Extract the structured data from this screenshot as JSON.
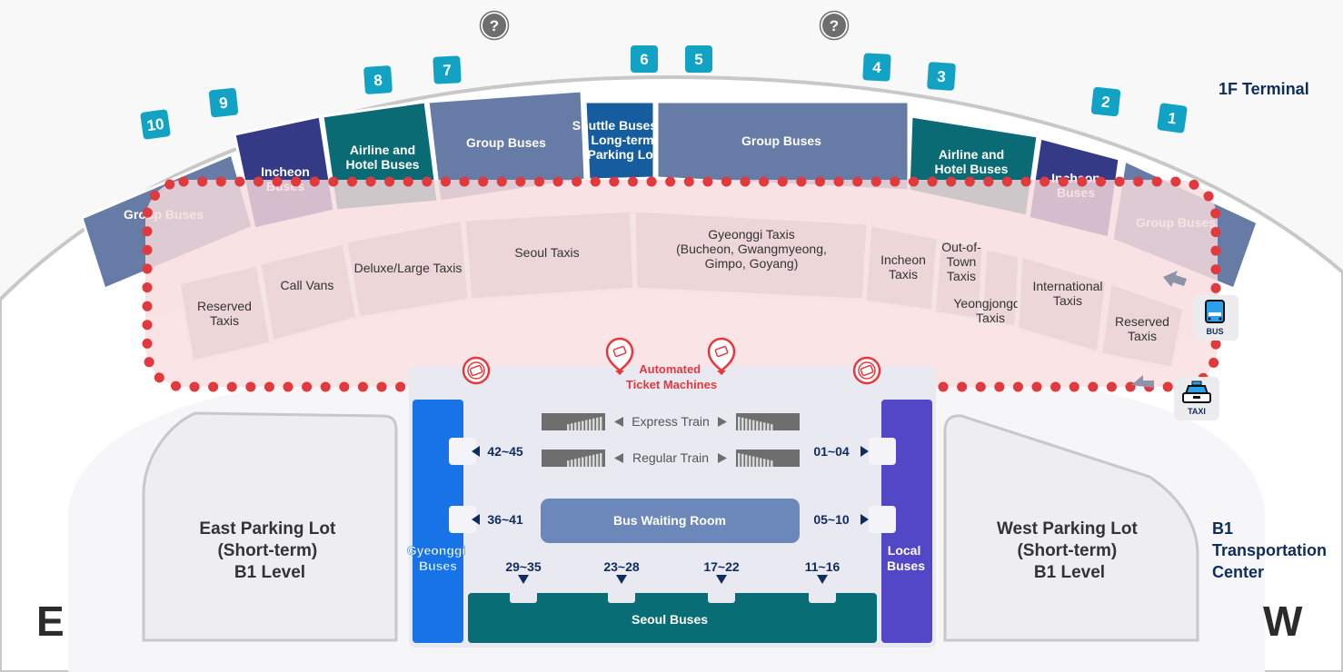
{
  "titles": {
    "terminal": "1F Terminal",
    "transport_center": [
      "B1",
      "Transportation",
      "Center"
    ]
  },
  "compass": {
    "east": "E",
    "west": "W"
  },
  "help_icons": [
    "question-icon",
    "question-icon"
  ],
  "gates": [
    "10",
    "9",
    "8",
    "7",
    "6",
    "5",
    "4",
    "3",
    "2",
    "1"
  ],
  "bus_zones": [
    {
      "label": [
        "Group Buses"
      ],
      "color": "#667ba5"
    },
    {
      "label": [
        "Incheon",
        "Buses"
      ],
      "color": "#353a86"
    },
    {
      "label": [
        "Airline and",
        "Hotel Buses"
      ],
      "color": "#0b6b74"
    },
    {
      "label": [
        "Group Buses"
      ],
      "color": "#667ba5"
    },
    {
      "label": [
        "Shuttle Buses to",
        "Long-term",
        "Parking Lot"
      ],
      "color": "#155d9e"
    },
    {
      "label": [
        "Group Buses"
      ],
      "color": "#667ba5"
    },
    {
      "label": [
        "Airline and",
        "Hotel Buses"
      ],
      "color": "#0b6b74"
    },
    {
      "label": [
        "Incheon",
        "Buses"
      ],
      "color": "#353a86"
    },
    {
      "label": [
        "Group Buses"
      ],
      "color": "#667ba5"
    }
  ],
  "taxi_zones": [
    {
      "label": [
        "Reserved",
        "Taxis"
      ]
    },
    {
      "label": [
        "Call Vans"
      ]
    },
    {
      "label": [
        "Deluxe/Large Taxis"
      ]
    },
    {
      "label": [
        "Seoul Taxis"
      ]
    },
    {
      "label": [
        "Gyeonggi Taxis",
        "(Bucheon, Gwangmyeong,",
        "Gimpo, Goyang)"
      ]
    },
    {
      "label": [
        "Incheon",
        "Taxis"
      ]
    },
    {
      "label": [
        "Out-of-",
        "Town",
        "Taxis"
      ]
    },
    {
      "label": [
        "Yeongjongdo",
        "Taxis"
      ]
    },
    {
      "label": [
        "International",
        "Taxis"
      ]
    },
    {
      "label": [
        "Reserved",
        "Taxis"
      ]
    }
  ],
  "ticket_machines": {
    "label": [
      "Automated",
      "Ticket Machines"
    ],
    "count": 4,
    "color": "#e8383d"
  },
  "transport_icons": {
    "bus": "BUS",
    "taxi": "TAXI"
  },
  "transport_center": {
    "trains": [
      {
        "label": "Express Train"
      },
      {
        "label": "Regular Train"
      }
    ],
    "side_blocks": {
      "left": {
        "label": [
          "Gyeonggi",
          "Buses"
        ],
        "color": "#1773e6"
      },
      "right": {
        "label": [
          "Local",
          "Buses"
        ],
        "color": "#5247c7"
      }
    },
    "exits": {
      "left_top": "42~45",
      "left_mid": "36~41",
      "right_top": "01~04",
      "right_mid": "05~10"
    },
    "waiting_room": {
      "label": "Bus Waiting Room",
      "color": "#6c88ba"
    },
    "bottom_exits": [
      "29~35",
      "23~28",
      "17~22",
      "11~16"
    ],
    "seoul_buses": {
      "label": "Seoul Buses",
      "color": "#086d74"
    }
  },
  "parking": {
    "east": [
      "East Parking Lot",
      "(Short-term)",
      "B1 Level"
    ],
    "west": [
      "West Parking Lot",
      "(Short-term)",
      "B1 Level"
    ]
  },
  "colors": {
    "gate_badge": "#12a2c4",
    "taxi_area": "#f8e0e1",
    "route_dots": "#e03a3e",
    "navy_text": "#0e2c5e"
  }
}
